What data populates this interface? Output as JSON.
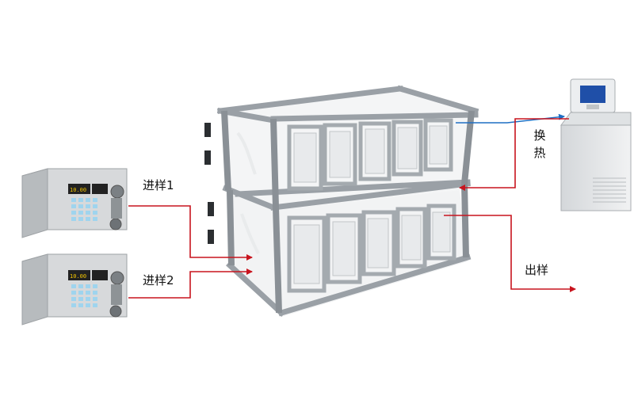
{
  "labels": {
    "inlet1": "进样1",
    "inlet2": "进样2",
    "heat_exchange_chars": [
      "换",
      "热"
    ],
    "outlet": "出样"
  },
  "colors": {
    "flow_red": "#c8141e",
    "flow_blue": "#1f6fc4",
    "frame": "#9aa0a6",
    "frame_dark": "#5f656b",
    "pump_body": "#d9dadb",
    "pump_face": "#c9ccce",
    "keypad": "#9fd4ee",
    "bath_body": "#e4e6e8"
  },
  "icons": {
    "pump": "hplc-pump-icon",
    "reactor": "modular-reactor-rack-icon",
    "bath": "circulating-water-bath-icon"
  }
}
